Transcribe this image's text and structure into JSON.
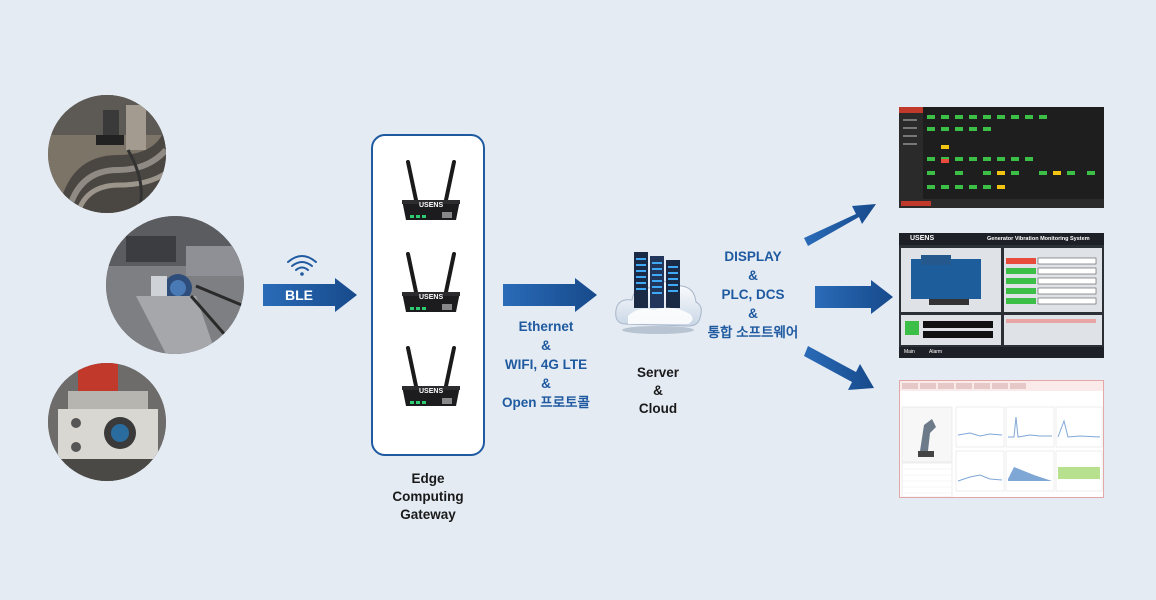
{
  "ble": {
    "label": "BLE"
  },
  "gateway": {
    "brand": "USENS",
    "caption": [
      "Edge",
      "Computing",
      "Gateway"
    ]
  },
  "protocols": [
    "Ethernet",
    "&",
    "WIFI, 4G LTE",
    "&",
    "Open 프로토콜"
  ],
  "server": {
    "caption": [
      "Server",
      "&",
      "Cloud"
    ]
  },
  "outputs": [
    "DISPLAY",
    "&",
    "PLC, DCS",
    "&",
    "통합 소프트웨어"
  ],
  "monitor": {
    "brand": "USENS",
    "title": "Generator Vibration Monitoring System",
    "tabs": [
      "Main",
      "Alarm"
    ]
  },
  "colors": {
    "accent": "#1f5aa0",
    "arrow": "#1a56a0",
    "background": "#e4ebf3"
  }
}
